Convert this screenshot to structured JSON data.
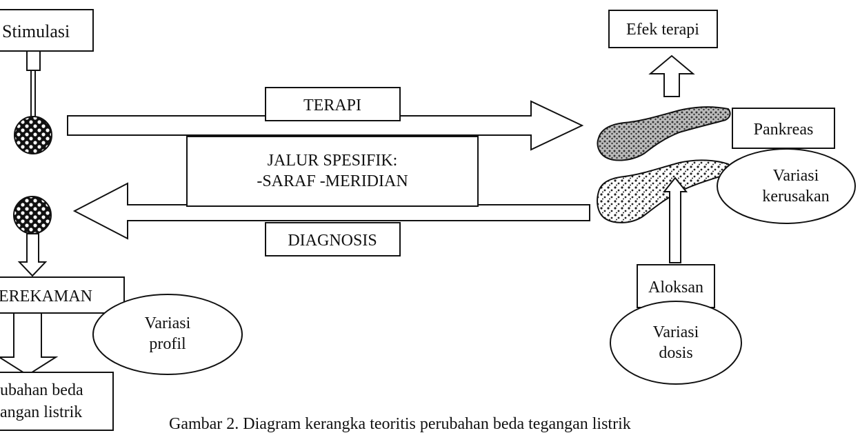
{
  "boxes": {
    "stimulasi": "Stimulasi",
    "efek_terapi": "Efek terapi",
    "terapi": "TERAPI",
    "pankreas": "Pankreas",
    "jalur_line1": "JALUR SPESIFIK:",
    "jalur_line2": "-SARAF  -MERIDIAN",
    "diagnosis": "DIAGNOSIS",
    "perekaman": "EREKAMAN",
    "aloksan": "Aloksan",
    "perubahan_line1": "ubahan beda",
    "perubahan_line2": "angan listrik"
  },
  "ellipses": {
    "kerusakan_line1": "Variasi",
    "kerusakan_line2": "kerusakan",
    "profil_line1": "Variasi",
    "profil_line2": "profil",
    "dosis_line1": "Variasi",
    "dosis_line2": "dosis"
  },
  "caption": "Gambar 2. Diagram kerangka teoritis perubahan beda tegangan listrik"
}
